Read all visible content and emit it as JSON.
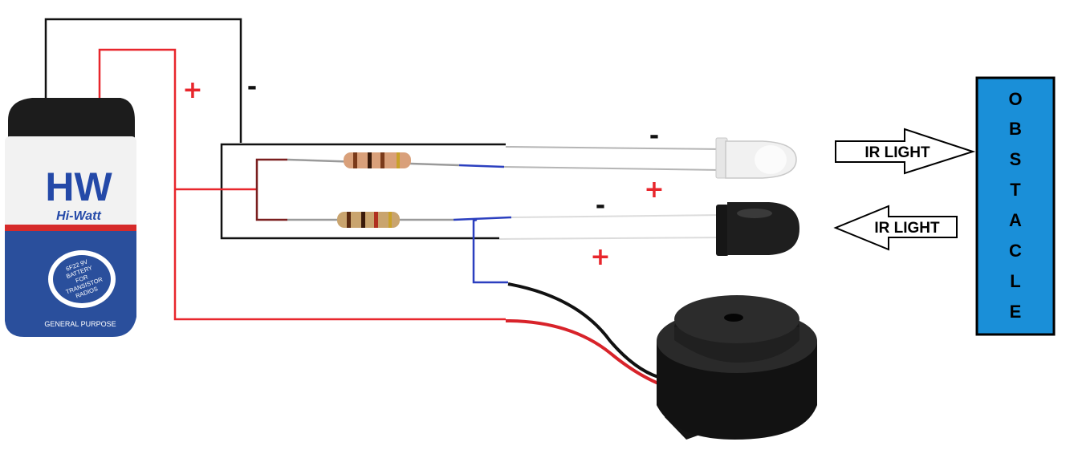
{
  "battery": {
    "brand_logo": "HW",
    "brand_name": "Hi-Watt",
    "label_lines": [
      "6F22 9V",
      "BATTERY",
      "FOR",
      "TRANSISTOR",
      "RADIOS"
    ],
    "footer": "GENERAL PURPOSE"
  },
  "polarity": {
    "battery_plus": "+",
    "battery_minus": "-",
    "ir_led_minus": "-",
    "ir_led_plus": "+",
    "photodiode_minus": "-",
    "photodiode_plus": "+"
  },
  "arrows": {
    "emitted_label": "IR LIGHT",
    "reflected_label": "IR LIGHT"
  },
  "obstacle": {
    "letters": [
      "O",
      "B",
      "S",
      "T",
      "A",
      "C",
      "L",
      "E"
    ],
    "fill_color": "#1a8fd8"
  },
  "wire_colors": {
    "positive": "#e8262c",
    "negative": "#111111",
    "signal": "#2b3fbf",
    "resistor_lead": "#7a1f1f"
  }
}
